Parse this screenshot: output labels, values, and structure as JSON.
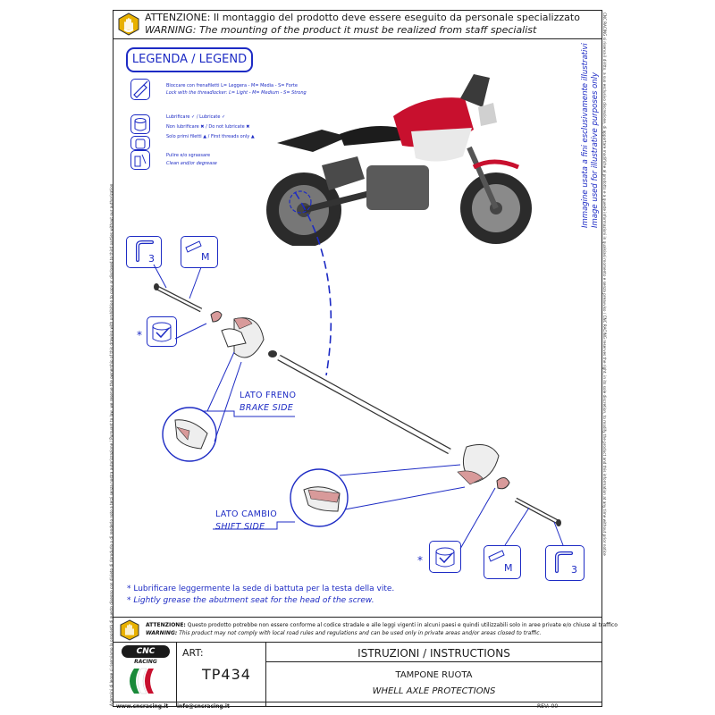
{
  "header": {
    "warning_it_label": "ATTENZIONE:",
    "warning_it_text": "Il montaggio del prodotto deve essere eseguito da personale specializzato",
    "warning_en_label": "WARNING:",
    "warning_en_text": "The mounting of the product it must be realized from staff specialist"
  },
  "legend": {
    "title": "LEGENDA / LEGEND",
    "threadlock_it": "Bloccare con frenafiletti L= Leggera - M= Media - S= Forte",
    "threadlock_en": "Lock with the threadlocker: L= Light - M= Medium - S= Strong",
    "lube_1": "Lubrificare ✓ / Lubricate ✓",
    "lube_2": "Non lubrificare ✖ / Do not lubricate ✖",
    "lube_3": "Solo primi filetti ▲ / First threads only ▲",
    "clean_it": "Pulire e/o sgrassare",
    "clean_en": "Clean and/or degrease"
  },
  "side_note": {
    "it": "Immagine usata a fini esclusivamente illustrativi",
    "en": "Image used for illustrative purposes only"
  },
  "left_margin": "A termini di legge ci riserviamo la proprietà di questo disegno con divieto di riprodurlo o di renderlo noto a terzi senza nostra autorizzazione / Pursuant to law, we reserve the ownership of this drawing with prohibition to copy or disclosed to third parties without our authorization",
  "right_margin": "CNC RACING si riserva il diritto, a suo esclusivo discrezione, di apportare modifiche al prodotto e a queste informazioni in qualsiasi momento e senza preavviso / CNC RACING reserves the right, in its sole discretion, to modify the product and this information at any time without prior notice",
  "diagram": {
    "key_left_num": "3",
    "key_left_letter": "M",
    "key_right_num": "3",
    "key_right_letter": "M",
    "star": "*",
    "brake_it": "LATO FRENO",
    "brake_en": "BRAKE SIDE",
    "shift_it": "LATO CAMBIO",
    "shift_en": "SHIFT SIDE"
  },
  "notes": {
    "it": "* Lubrificare leggermente la sede di battuta per la testa della vite.",
    "en": "* Lightly grease the abutment seat for the head of the screw."
  },
  "footer_warning": {
    "it_label": "ATTENZIONE:",
    "it_text": "Questo prodotto potrebbe non essere conforme al codice stradale e alle leggi vigenti in alcuni paesi e quindi utilizzabili solo in aree private e/o chiuse al traffico",
    "en_label": "WARNING:",
    "en_text": "This product may not comply with local road rules and regulations and can be used only in private areas and/or areas closed to traffic."
  },
  "title_block": {
    "brand_top": "CNC",
    "brand_bottom": "RACING",
    "art_label": "ART:",
    "art_code": "TP434",
    "instructions": "ISTRUZIONI / INSTRUCTIONS",
    "product_it": "TAMPONE RUOTA",
    "product_en": "WHELL AXLE PROTECTIONS",
    "website": "www.cncracing.it",
    "email": "info@cncracing.it",
    "rev": "REV: 00"
  },
  "colors": {
    "accent": "#1d2bc4",
    "warning_yellow": "#e8b100",
    "bike_red": "#c8102e"
  }
}
